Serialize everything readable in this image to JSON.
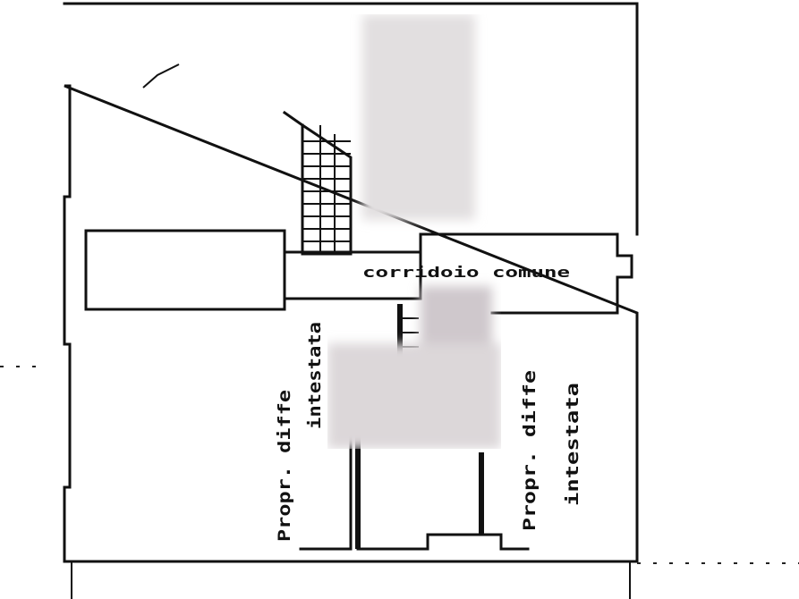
{
  "labels": {
    "corridor": "corridoio comune",
    "area_left_line1": "Propr. diffe",
    "area_left_line2": "intestata",
    "area_right_line1": "Propr. diffe",
    "area_right_line2": "intestata"
  },
  "colors": {
    "line": "#111111",
    "background": "#ffffff",
    "redaction": "#d9d4d6"
  }
}
